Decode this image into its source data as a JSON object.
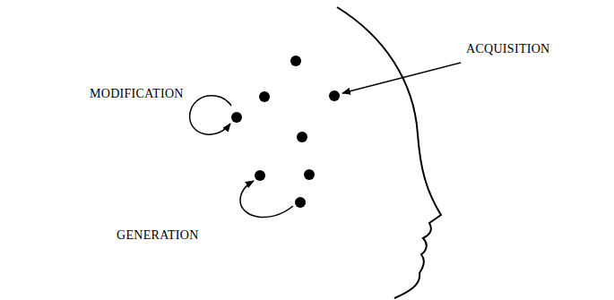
{
  "diagram": {
    "labels": [
      "ACQUISITION",
      "MODIFICATION",
      "GENERATION"
    ]
  }
}
